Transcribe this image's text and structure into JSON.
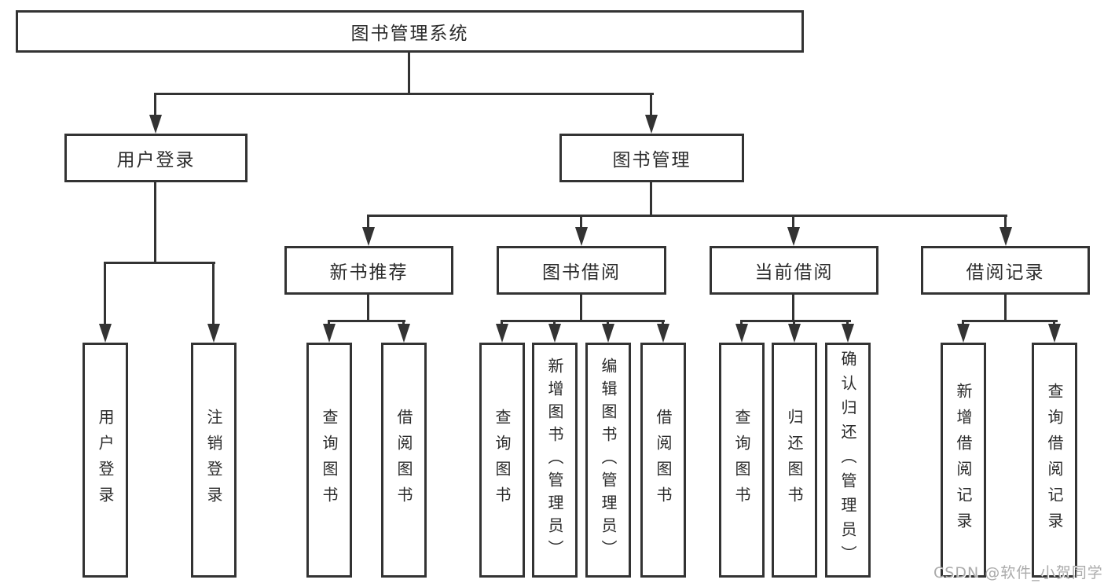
{
  "tree": {
    "label": "图书管理系统",
    "children": [
      {
        "label": "用户登录",
        "children": [
          {
            "label": "用户登录"
          },
          {
            "label": "注销登录"
          }
        ]
      },
      {
        "label": "图书管理",
        "children": [
          {
            "label": "新书推荐",
            "children": [
              {
                "label": "查询图书"
              },
              {
                "label": "借阅图书"
              }
            ]
          },
          {
            "label": "图书借阅",
            "children": [
              {
                "label": "查询图书"
              },
              {
                "label": "新增图书（管理员）"
              },
              {
                "label": "编辑图书（管理员）"
              },
              {
                "label": "借阅图书"
              }
            ]
          },
          {
            "label": "当前借阅",
            "children": [
              {
                "label": "查询图书"
              },
              {
                "label": "归还图书"
              },
              {
                "label": "确认归还（管理员）"
              }
            ]
          },
          {
            "label": "借阅记录",
            "children": [
              {
                "label": "新增借阅记录"
              },
              {
                "label": "查询借阅记录"
              }
            ]
          }
        ]
      }
    ]
  },
  "watermark": "CSDN @软件_小贺同学",
  "colors": {
    "line": "#333333",
    "text": "#2b2b2b",
    "watermark": "#ababab",
    "background": "#ffffff"
  }
}
